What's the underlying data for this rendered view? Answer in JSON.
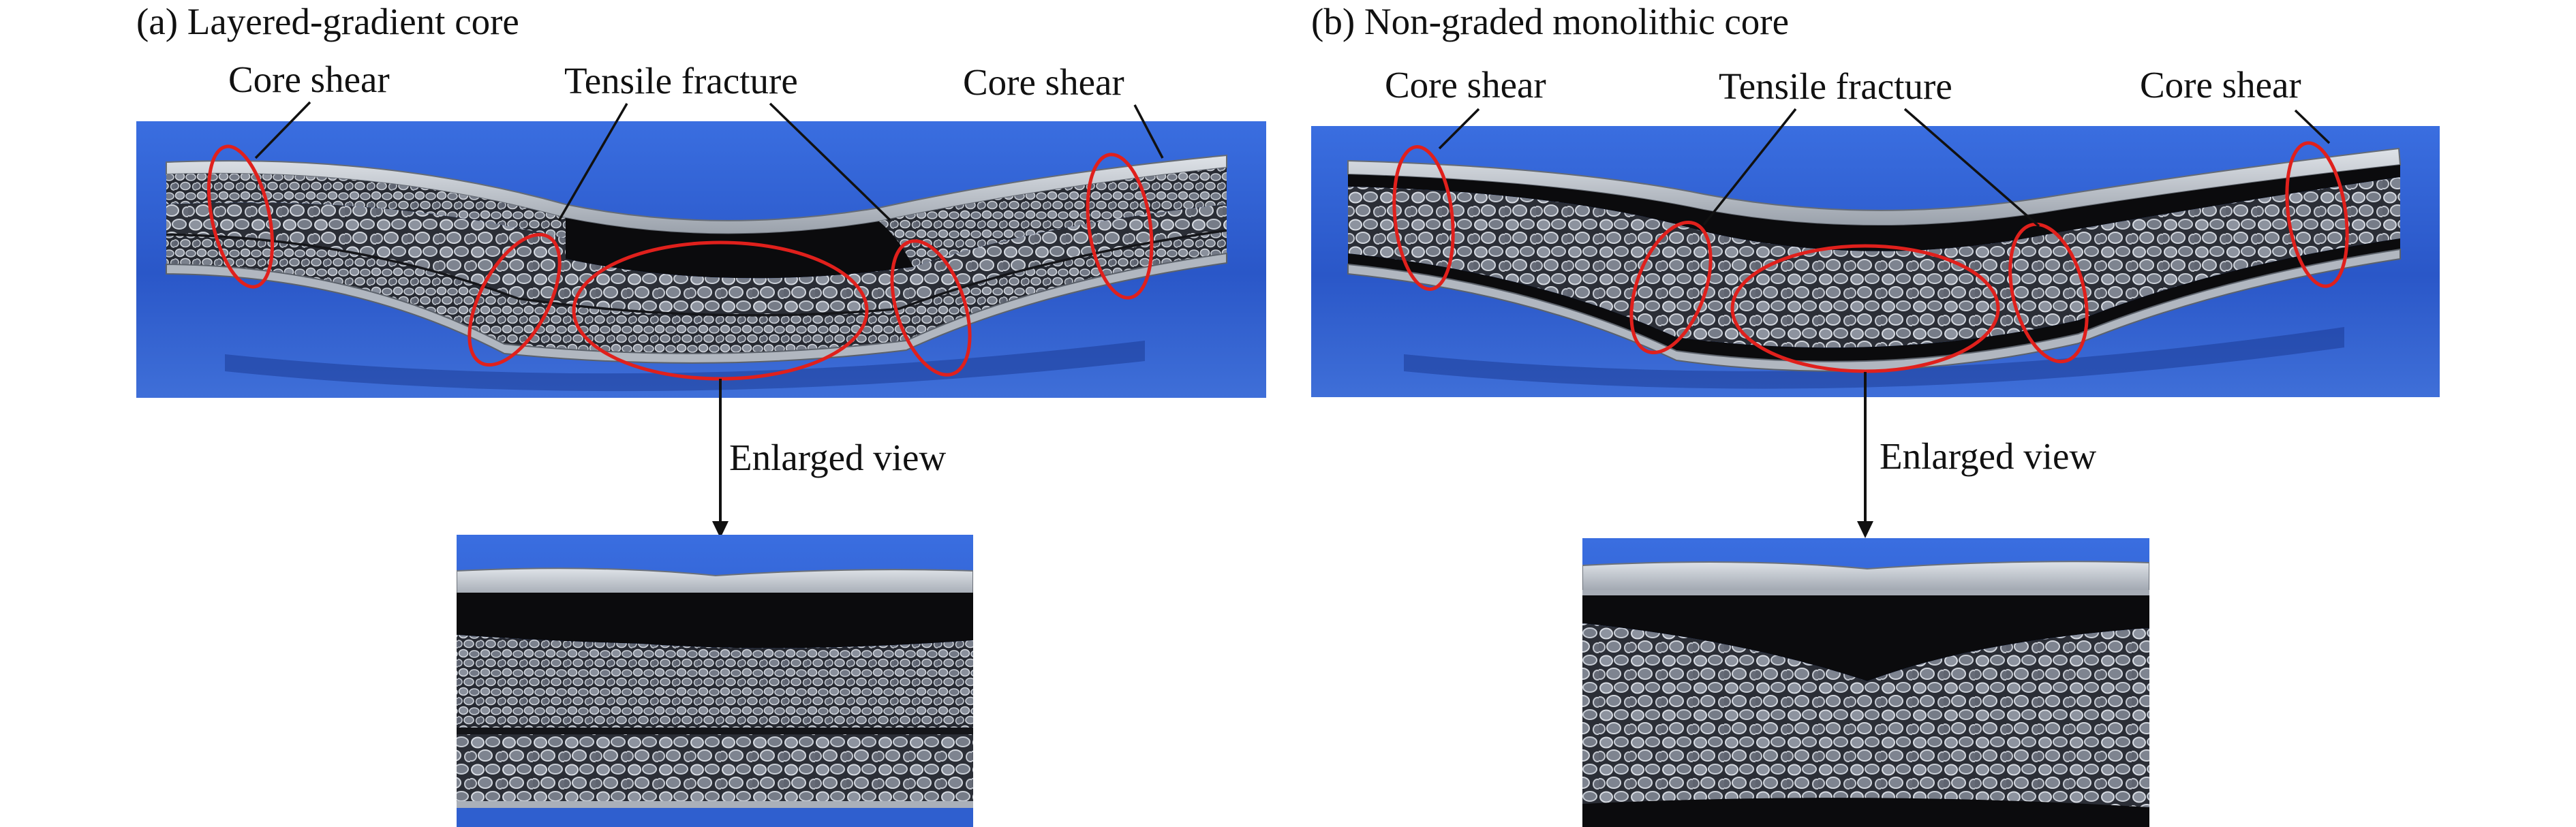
{
  "panels": [
    {
      "title": "(a) Layered-gradient core",
      "labels": {
        "shear_left": "Core shear",
        "tensile": "Tensile fracture",
        "shear_right": "Core shear"
      },
      "enlarged": "Enlarged view"
    },
    {
      "title": "(b) Non-graded monolithic core",
      "labels": {
        "shear_left": "Core shear",
        "tensile": "Tensile fracture",
        "shear_right": "Core shear"
      },
      "enlarged": "Enlarged view"
    }
  ],
  "colors": {
    "background_blue": "#2f5fcf",
    "annotation_red": "#e0201c",
    "face_sheet": "#b9bfc7",
    "foam_core": "#6f7480",
    "void_black": "#0b0b0d"
  }
}
